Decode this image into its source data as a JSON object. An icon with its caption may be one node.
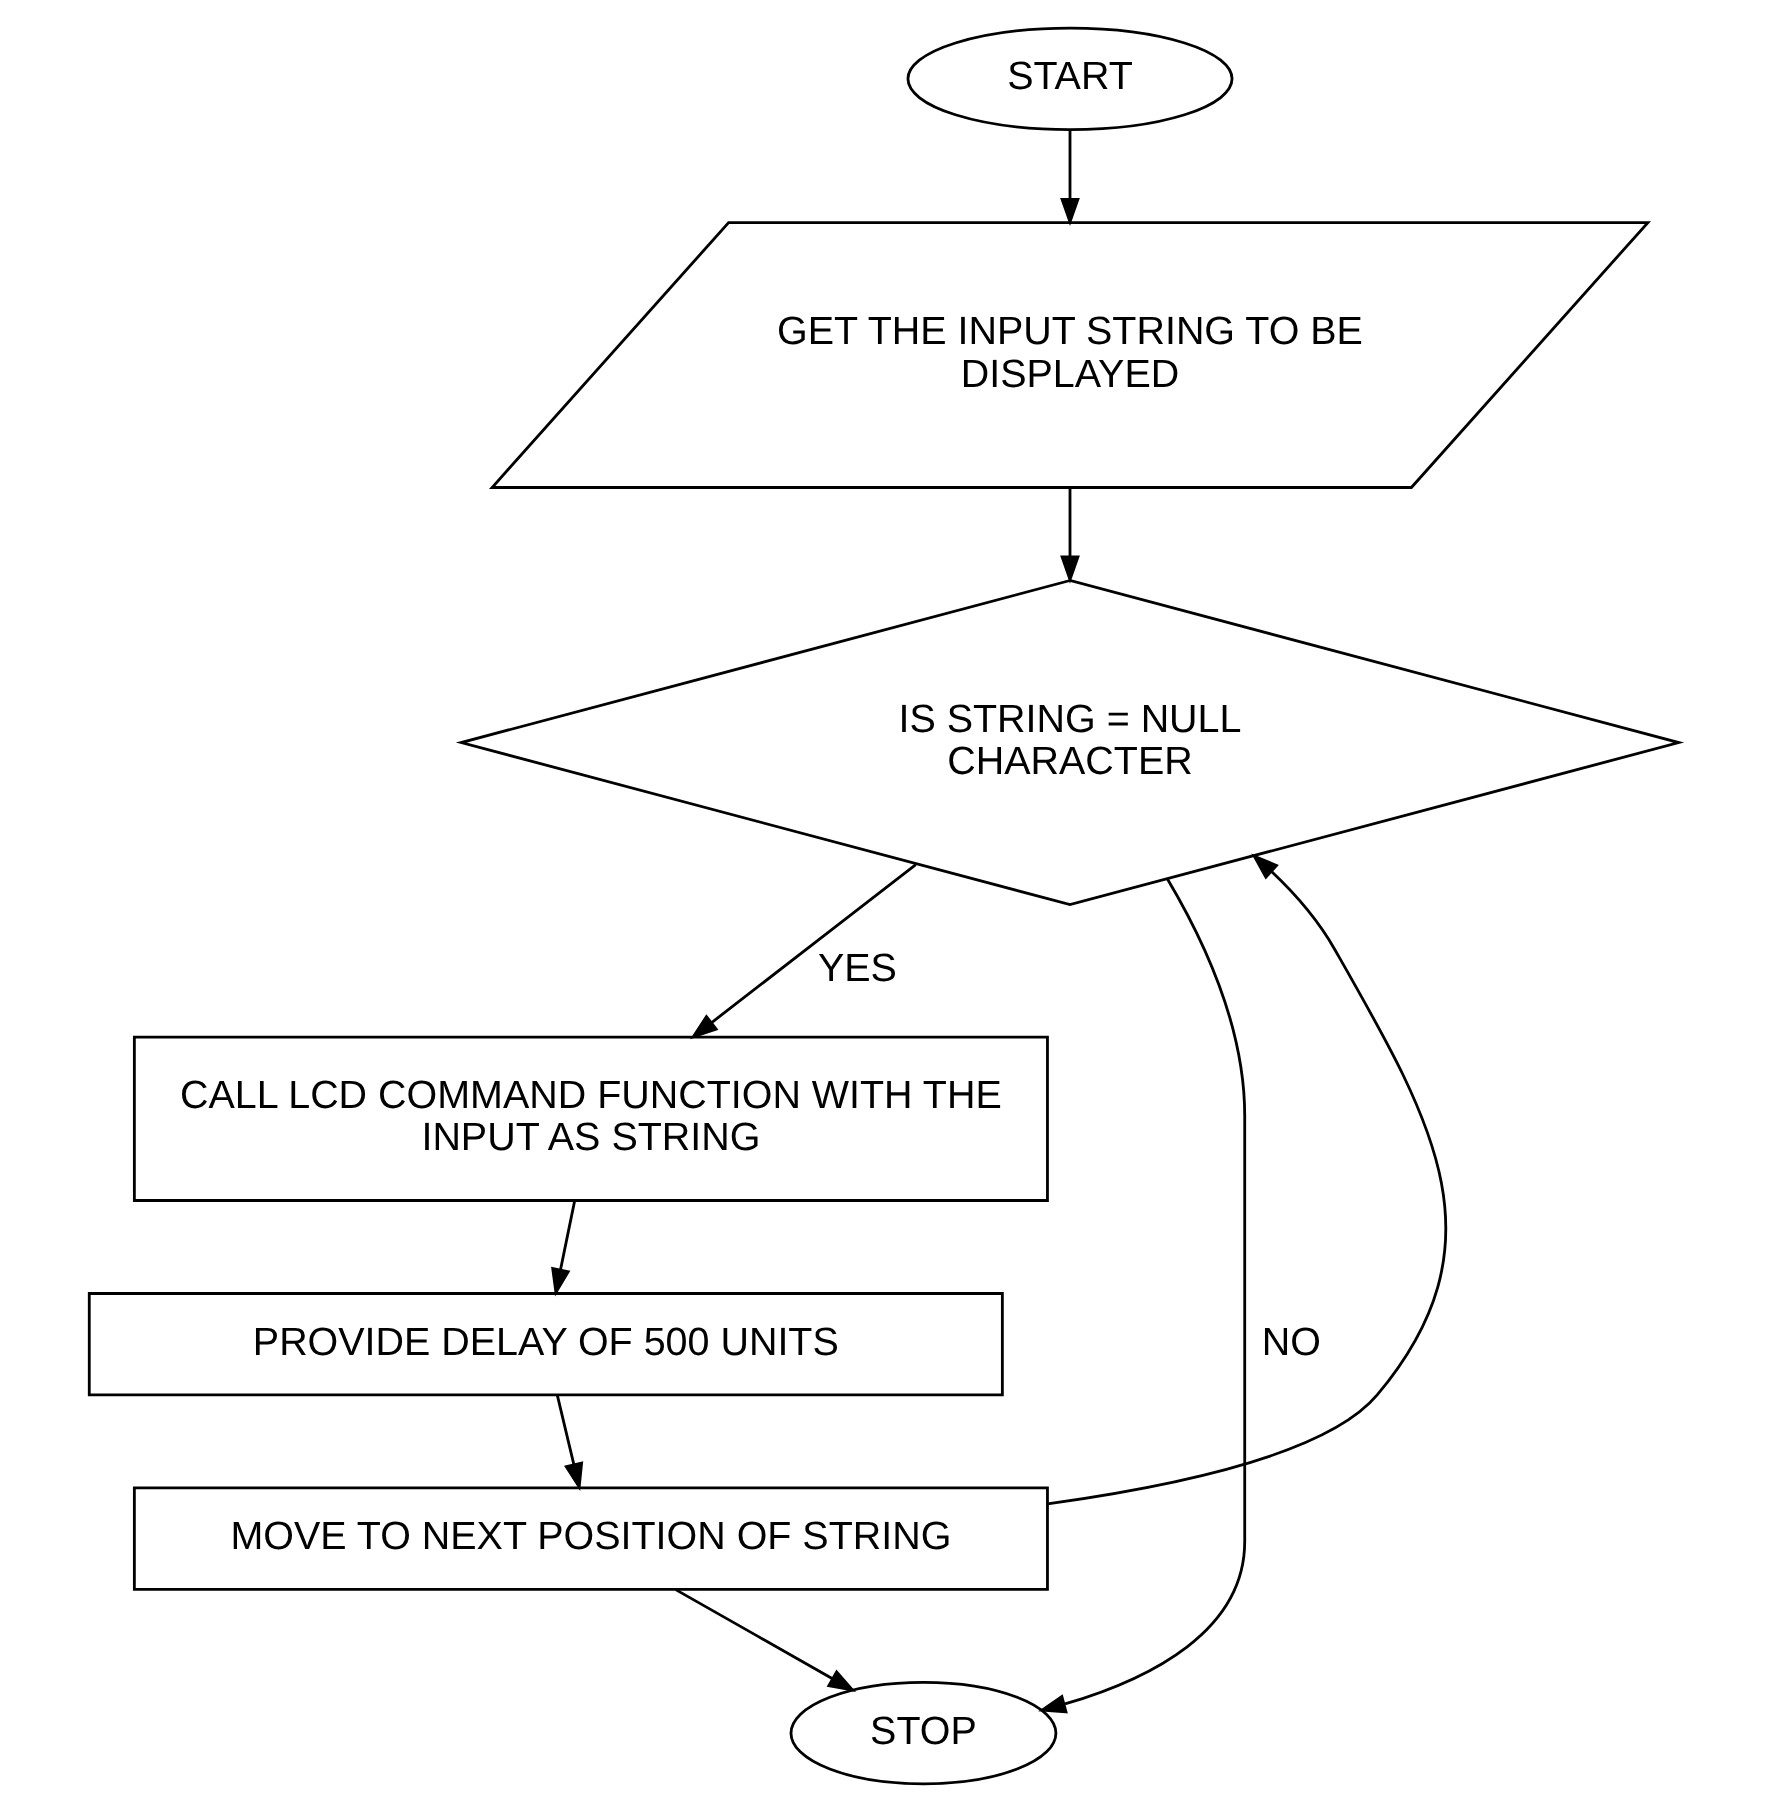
{
  "diagram": {
    "nodes": [
      {
        "text": [
          "START"
        ]
      },
      {
        "text": [
          "GET THE INPUT STRING TO BE DISPLAYED"
        ]
      },
      {
        "text": [
          "IS STRING = NULL CHARACTER"
        ]
      },
      {
        "text": [
          "CALL LCD COMMAND FUNCTION WITH THE INPUT AS STRING"
        ]
      },
      {
        "text": [
          "PROVIDE DELAY OF 500 UNITS"
        ]
      },
      {
        "text": [
          "MOVE TO NEXT POSITION OF STRING"
        ]
      },
      {
        "text": [
          "STOP"
        ]
      }
    ],
    "edges": [
      {
        "from": 0,
        "to": 1,
        "arrow": "to"
      },
      {
        "from": 1,
        "to": 2,
        "arrow": "to"
      },
      {
        "from": 2,
        "to": 3,
        "arrow": "to",
        "label": "YES"
      },
      {
        "from": 3,
        "to": 4,
        "arrow": "to"
      },
      {
        "from": 4,
        "to": 5,
        "arrow": "to"
      },
      {
        "from": 2,
        "to": 6,
        "arrow": "to",
        "label": "NO"
      },
      {
        "from": 5,
        "to": 6,
        "arrow": "to"
      },
      {
        "from": 5,
        "to": 2,
        "arrow": "to"
      }
    ]
  }
}
